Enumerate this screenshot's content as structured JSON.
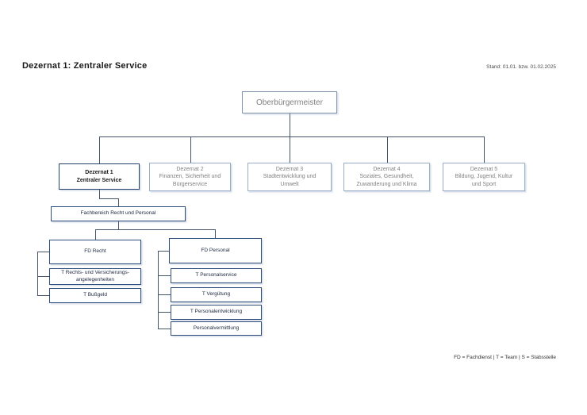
{
  "header": {
    "title": "Dezernat 1: Zentraler Service",
    "stand": "Stand: 01.01. bzw. 01.02.2025"
  },
  "chart": {
    "root": {
      "label": "Oberbürgermeister"
    },
    "dezernate": [
      {
        "line1": "Dezernat 1",
        "line2": "Zentraler Service"
      },
      {
        "line1": "Dezernat 2",
        "line2": "Finanzen, Sicherheit und",
        "line3": "Bürgerservice"
      },
      {
        "line1": "Dezernat 3",
        "line2": "Stadtentwicklung und",
        "line3": "Umwelt"
      },
      {
        "line1": "Dezernat 4",
        "line2": "Soziales, Gesundheit,",
        "line3": "Zuwanderung und Klima"
      },
      {
        "line1": "Dezernat 5",
        "line2": "Bildung, Jugend, Kultur",
        "line3": "und Sport"
      }
    ],
    "fachbereich": {
      "label": "Fachbereich Recht und Personal"
    },
    "fd_recht": {
      "label": "FD Recht",
      "teams": [
        {
          "line1": "T Rechts- und Versicherungs-",
          "line2": "angelegenheiten"
        },
        {
          "line1": "T Bußgeld"
        }
      ]
    },
    "fd_personal": {
      "label": "FD Personal",
      "teams": [
        {
          "line1": "T Personalservice"
        },
        {
          "line1": "T Vergütung"
        },
        {
          "line1": "T Personalentwicklung"
        },
        {
          "line1": "Personalvermittlung"
        }
      ]
    }
  },
  "footer": {
    "legend": "FD = Fachdienst  | T = Team | S = Stabsstelle"
  },
  "colors": {
    "connector_line": "#44546a",
    "border_light_blue": "#9aadc8",
    "border_dark_navy": "#2e4d7b",
    "border_dez1": "#24426b",
    "text_gray": "#7f7f7f",
    "text_dark": "#202c44"
  }
}
